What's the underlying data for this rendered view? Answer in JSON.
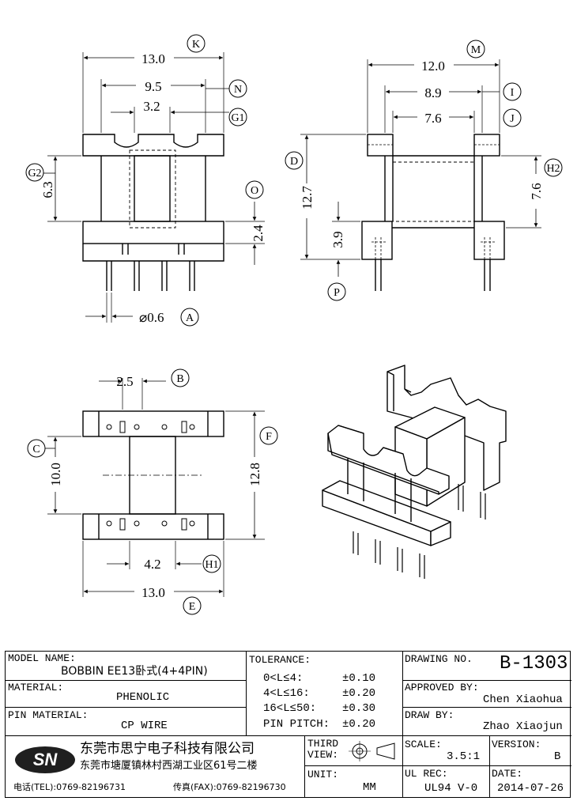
{
  "drawing": {
    "front_view": {
      "dim_overall_width": "13.0",
      "dim_inner_width": "9.5",
      "dim_core_width": "3.2",
      "dim_height": "6.3",
      "dim_base": "2.4",
      "dim_pin_dia": "⌀0.6",
      "tags": {
        "overall": "K",
        "inner": "N",
        "core": "G1",
        "height": "G2",
        "base": "O",
        "pin": "A"
      }
    },
    "side_view": {
      "dim_overall_width": "12.0",
      "dim_inner_width": "8.9",
      "dim_core_width": "7.6",
      "dim_height": "12.7",
      "dim_core_height": "7.6",
      "dim_base": "3.9",
      "tags": {
        "overall": "M",
        "inner": "I",
        "core": "J",
        "height": "D",
        "core_height": "H2",
        "base": "P"
      }
    },
    "bottom_view": {
      "dim_pin_pitch": "2.5",
      "dim_inner_length": "10.0",
      "dim_overall_length": "12.8",
      "dim_core_width": "4.2",
      "dim_overall_width": "13.0",
      "tags": {
        "pitch": "B",
        "inner": "C",
        "overall_length": "F",
        "core": "H1",
        "overall_width": "E"
      }
    }
  },
  "title_block": {
    "model_name_label": "MODEL NAME:",
    "model_name": "BOBBIN EE13卧式(4+4PIN)",
    "material_label": "MATERIAL:",
    "material": "PHENOLIC",
    "pin_material_label": "PIN MATERIAL:",
    "pin_material": "CP WIRE",
    "tolerance_label": "TOLERANCE:",
    "tolerances": [
      {
        "range": "0<L≤4:",
        "value": "±0.10"
      },
      {
        "range": "4<L≤16:",
        "value": "±0.20"
      },
      {
        "range": "16<L≤50:",
        "value": "±0.30"
      },
      {
        "range": "PIN PITCH:",
        "value": "±0.20"
      }
    ],
    "drawing_no_label": "DRAWING NO.",
    "drawing_no": "B-1303",
    "approved_by_label": "APPROVED BY:",
    "approved_by": "Chen Xiaohua",
    "draw_by_label": "DRAW BY:",
    "draw_by": "Zhao Xiaojun",
    "logo": "SN",
    "company_name": "东莞市思宁电子科技有限公司",
    "company_address": "东莞市塘厦镇林村西湖工业区61号二楼",
    "tel": "电话(TEL):0769-82196731",
    "fax": "传真(FAX):0769-82196730",
    "third_view_label": "THIRD VIEW:",
    "unit_label": "UNIT:",
    "unit": "MM",
    "scale_label": "SCALE:",
    "scale": "3.5:1",
    "version_label": "VERSION:",
    "version": "B",
    "ul_rec_label": "UL REC:",
    "ul_rec": "UL94 V-0",
    "date_label": "DATE:",
    "date": "2014-07-26"
  }
}
